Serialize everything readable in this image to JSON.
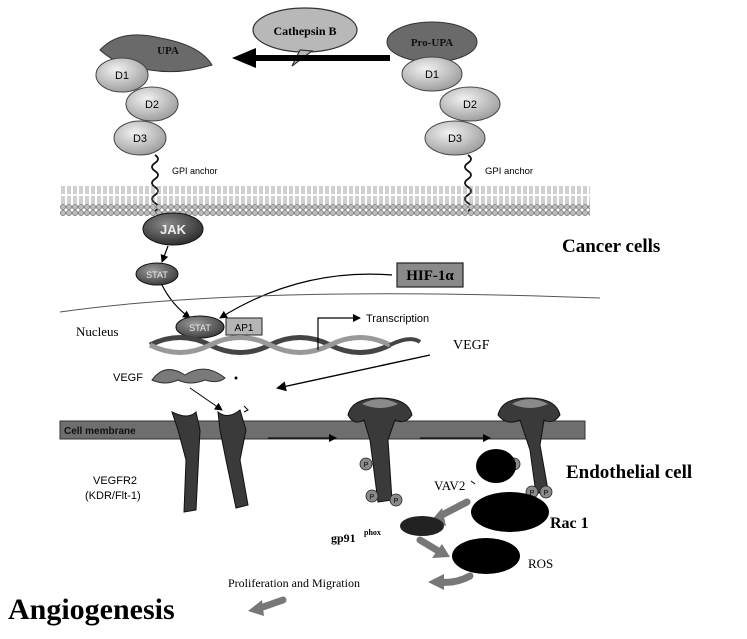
{
  "labels": {
    "cathepsin": "Cathepsin B",
    "upa": "UPA",
    "pro_upa": "Pro-UPA",
    "d1": "D1",
    "d2": "D2",
    "d3": "D3",
    "gpi_left": "GPI anchor",
    "gpi_right": "GPI anchor",
    "jak": "JAK",
    "stat": "STAT",
    "stat_nucleus": "STAT",
    "ap1": "AP1",
    "hif": "HIF-1α",
    "cancer_cells": "Cancer cells",
    "nucleus": "Nucleus",
    "transcription": "Transcription",
    "vegf_right": "VEGF",
    "vegf_left": "VEGF",
    "cell_membrane": "Cell membrane",
    "vegfr2_line1": "VEGFR2",
    "vegfr2_line2": "(KDR/Flt-1)",
    "endothelial": "Endothelial cell",
    "vav2": "VAV2",
    "rac1": "Rac 1",
    "gp91": "gp91",
    "phox": "phox",
    "ros": "ROS",
    "prolif": "Proliferation and Migration",
    "angiogenesis": "Angiogenesis",
    "p": "P"
  },
  "colors": {
    "dark_protein": "#3a3a3a",
    "domain_fill": "#cfcfcf",
    "membrane": "#6e6e6e",
    "black": "#000000"
  }
}
